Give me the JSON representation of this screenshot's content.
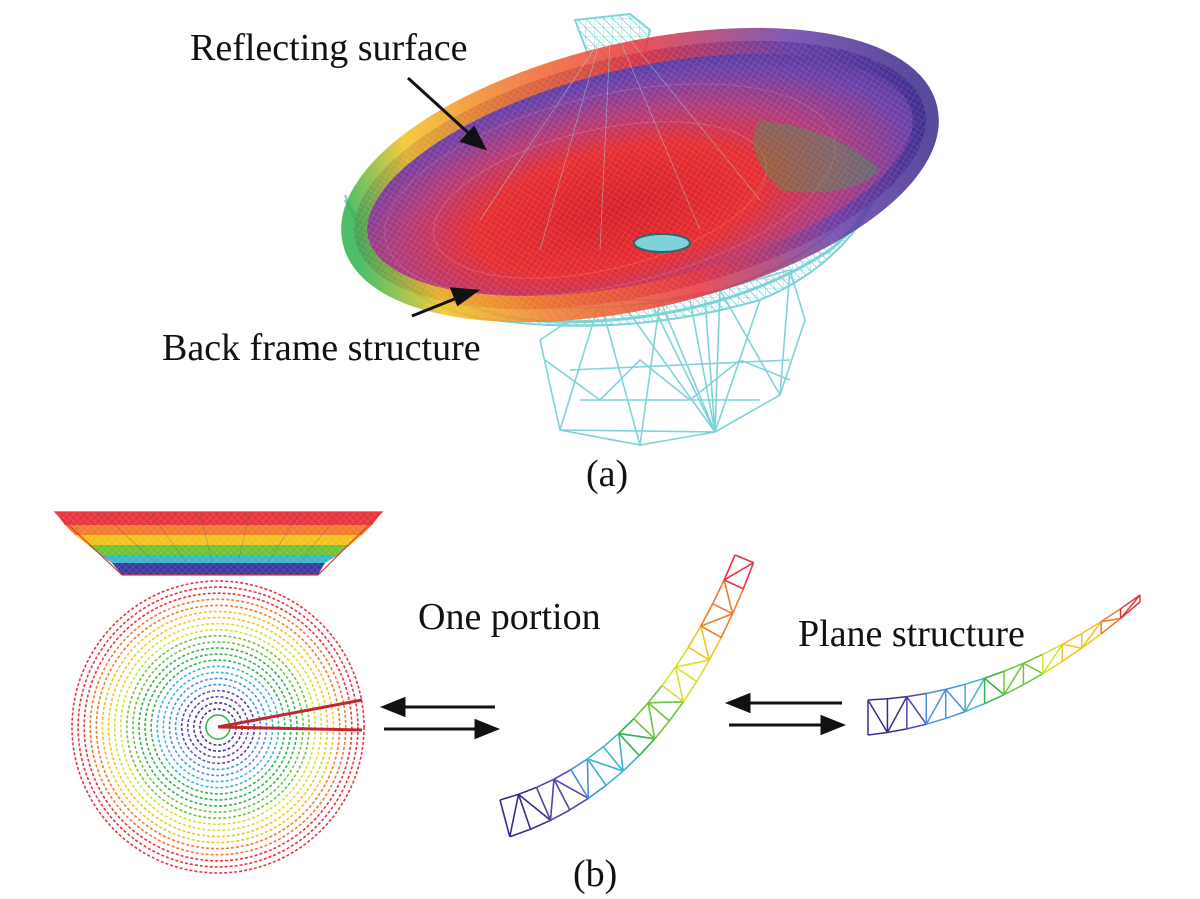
{
  "panel_a": {
    "label_reflecting": "Reflecting surface",
    "label_backframe": "Back frame structure",
    "caption": "(a)"
  },
  "panel_b": {
    "label_portion": "One portion",
    "label_plane": "Plane structure",
    "caption": "(b)"
  },
  "colors": {
    "ring_palette": [
      "#e8343c",
      "#f27a2a",
      "#f4c21e",
      "#d6e02a",
      "#6cc43a",
      "#2fb34e",
      "#3ab7c9",
      "#4a8fe0",
      "#5b3fb0",
      "#3a2a8c"
    ],
    "backframe": "#7fd3d8",
    "arrow": "#111111",
    "red_line": "#c0282e"
  }
}
